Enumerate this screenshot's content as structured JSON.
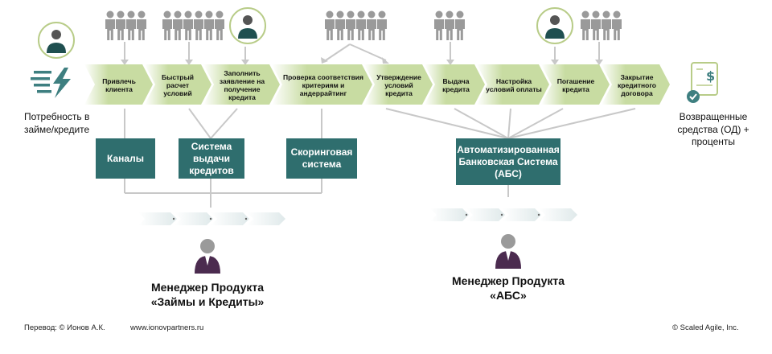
{
  "start": {
    "label": "Потребность в займе/кредите"
  },
  "end": {
    "label": "Возвращенные средства (ОД) + проценты"
  },
  "steps": [
    {
      "label": "Привлечь клиента"
    },
    {
      "label": "Быстрый расчет условий"
    },
    {
      "label": "Заполнить заявление на получение кредита"
    },
    {
      "label": "Проверка соответствия критериям и андеррайтинг"
    },
    {
      "label": "Утверждение условий кредита"
    },
    {
      "label": "Выдача кредита"
    },
    {
      "label": "Настройка условий оплаты"
    },
    {
      "label": "Погашение кредита"
    },
    {
      "label": "Закрытие кредитного договора"
    }
  ],
  "systems": [
    {
      "label": "Каналы"
    },
    {
      "label": "Система выдачи кредитов"
    },
    {
      "label": "Скоринговая система"
    },
    {
      "label": "Автоматизированная Банковская Система (АБС)"
    }
  ],
  "managers": [
    {
      "line1": "Менеджер Продукта",
      "line2": "«Займы и Кредиты»"
    },
    {
      "line1": "Менеджер Продукта",
      "line2": "«АБС»"
    }
  ],
  "footer": {
    "translation": "Перевод: © Ионов А.К.",
    "site": "www.ionovpartners.ru",
    "copyright": "© Scaled Agile,  Inc."
  },
  "colors": {
    "step_fill": "#c8dca2",
    "step_gradient_end": "#ffffff",
    "system_box": "#2f6e6e",
    "people_gray": "#9a9a9a",
    "manager_purple": "#4b2b4f",
    "connector": "#c8c8c8",
    "customer_circle": "#b8cc88",
    "teal_icon": "#3e7f80"
  }
}
